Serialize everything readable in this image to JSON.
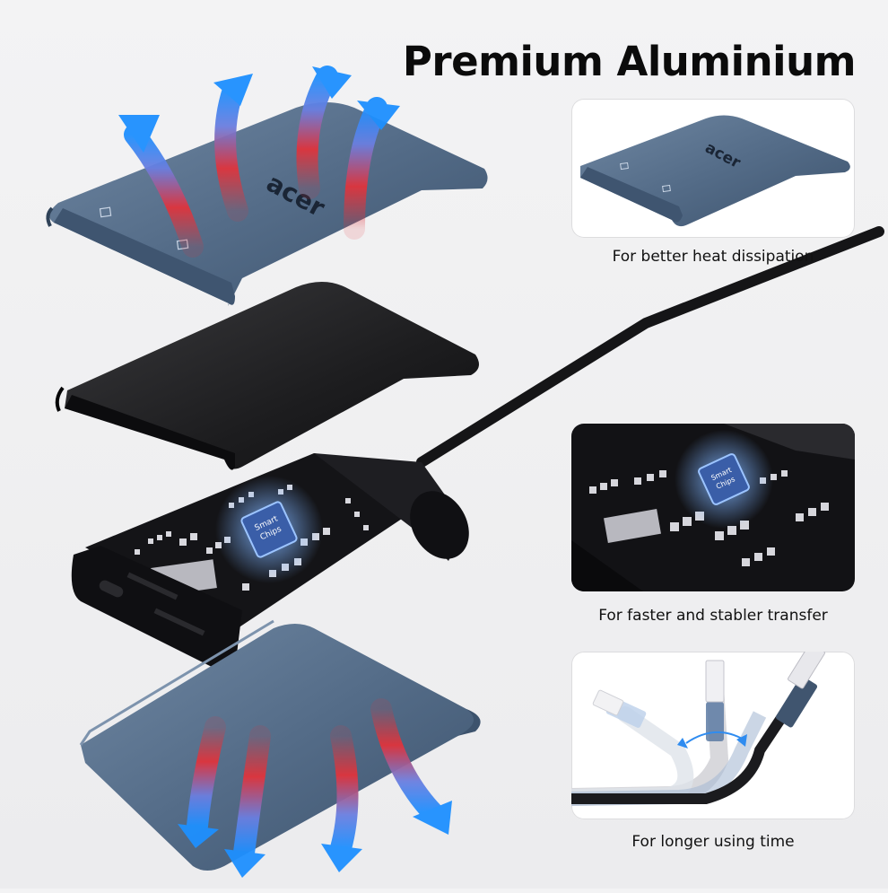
{
  "title": "Premium Aluminium",
  "brand_logo": "acer",
  "chip_label": [
    "Smart",
    "Chips"
  ],
  "features": [
    {
      "caption": "For better heat dissipation",
      "icon": "aluminium-cover-image"
    },
    {
      "caption": "For faster and stabler transfer",
      "icon": "smart-chip-board-image"
    },
    {
      "caption": "For longer using time",
      "icon": "bendable-cable-image"
    }
  ],
  "colors": {
    "aluminium_blue": "#4d6580",
    "black_shell": "#1c1c1e",
    "arrow_blue": "#2f8cf0",
    "arrow_red": "#e0343c",
    "text": "#0b0b0b"
  }
}
